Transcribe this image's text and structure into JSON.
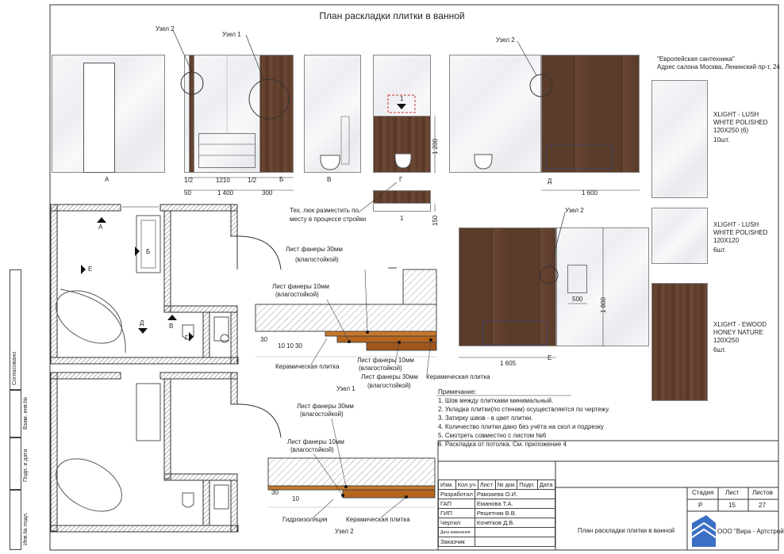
{
  "title": "План раскладки плитки в ванной",
  "nodes": {
    "node2a": "Узел 2",
    "node1a": "Узел 1",
    "node2b": "Узел 2",
    "node2c": "Узел 2",
    "node1_section": "Узел 1",
    "node2_section": "Узел 2"
  },
  "elevations": {
    "a": "А",
    "b": "Б",
    "v": "В",
    "g": "Г",
    "d": "Д",
    "e": "Е",
    "one": "1"
  },
  "dims": {
    "d_half1": "1/2",
    "d_1210": "1210",
    "d_half2": "1/2",
    "d_50": "50",
    "d_1400": "1 400",
    "d_300": "300",
    "d_1200": "1 200",
    "d_150": "150",
    "d_1600": "1 600",
    "d_1800": "1 800",
    "d_500": "500",
    "d_1605": "1 605",
    "d_30a": "30",
    "d_10a": "10",
    "d_10b": "10",
    "d_30b": "30",
    "d_30c": "30",
    "d_10c": "10"
  },
  "notes": {
    "hatch_note_1": "Тех. люк разместить по",
    "hatch_note_2": "месту в процессе стройки"
  },
  "supplier": {
    "line1": "\"Европейская сантехника\"",
    "line2": "Адрес салона Москва, Ленинский пр-т, 24"
  },
  "tiles": [
    {
      "name1": "XLIGHT - LUSH",
      "name2": "WHITE POLISHED",
      "size": "120X250 (б)",
      "qty": "10шт."
    },
    {
      "name1": "XLIGHT - LUSH",
      "name2": "WHITE POLISHED",
      "size": "120X120",
      "qty": "6шт."
    },
    {
      "name1": "XLIGHT - EWOOD",
      "name2": "HONEY NATURE",
      "size": "120X250",
      "qty": "6шт."
    }
  ],
  "section1": {
    "ply30": "Лист фанеры 30мм",
    "ply30_sub": "(влагостойкой)",
    "ply10": "Лист фанеры 10мм",
    "ply10_sub": "(влагостойкой)",
    "ceramic": "Керамическая плитка",
    "ply10b": "Лист фанеры 10мм",
    "ply10b_sub": "(влагостойкой)",
    "ply30b": "Лист фанеры 30мм",
    "ply30b_sub": "(влагостойкой)",
    "ceramic2": "Керамическая плитка"
  },
  "section2": {
    "ply30": "Лист фанеры 30мм",
    "ply30_sub": "(влагостойкой)",
    "ply10": "Лист фанеры 10мм",
    "ply10_sub": "(влагостойкой)",
    "waterproof": "Гидроизоляция",
    "ceramic": "Керамическая плитка"
  },
  "remarks": {
    "title": "Примечание:",
    "items": [
      "1. Шов между плитками минимальный.",
      "2. Укладка плитки(по стенам) осуществляется по чертежу.",
      "3. Затирку швов - в цвет плитки.",
      "4. Количество плитки дано без учёта на скол и подрезку",
      "5. Смотреть совместно с листом №6",
      "6. Раскладка от потолка. См. приложение 4"
    ]
  },
  "stamp": {
    "h_izm": "Изм.",
    "h_kol": "Кол.уч",
    "h_list": "Лист",
    "h_doc": "№ док",
    "h_sign": "Подп.",
    "h_date": "Дата",
    "r1_role": "Разработал",
    "r1_name": "Рамзаева О.И.",
    "r2_role": "ГАП",
    "r2_name": "Еманова Т.А.",
    "r3_role": "ГИП",
    "r3_name": "Решетняк В.В.",
    "r4_role": "Чертил",
    "r4_name": "Кочетков Д.В.",
    "r5_role": "Дата изменения",
    "r6_role": "Заказчик",
    "sheet_title": "План раскладки плитки в ванной",
    "stage_h": "Стадия",
    "list_h": "Лист",
    "lists_h": "Листов",
    "stage": "Р",
    "list": "15",
    "lists": "27",
    "company": "ООО \"Вира - Артстрой\""
  },
  "side": {
    "agreed": "Согласовано",
    "inv1": "Взам. инв.№",
    "sign": "Подп. и дата",
    "inv2": "Инв.№ подл."
  }
}
